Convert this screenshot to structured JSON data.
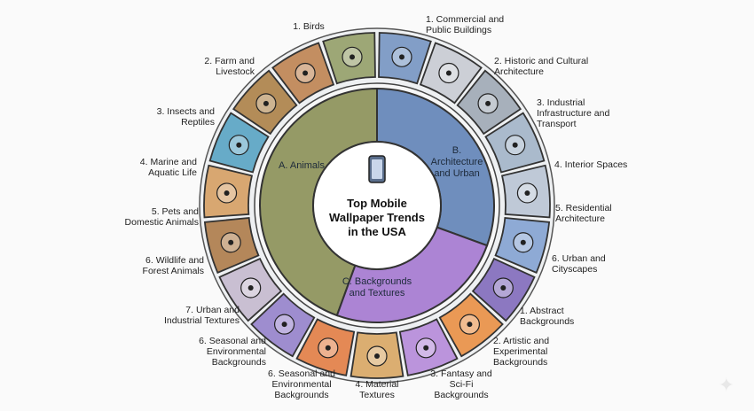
{
  "title": "Top Mobile\nWallpaper Trends\nin the USA",
  "icons": {
    "center": "phone-icon",
    "corner": "sparkle-icon"
  },
  "categories": [
    {
      "id": "A",
      "label": "A. Animals",
      "color": "#8a8f55"
    },
    {
      "id": "B",
      "label": "B.\nArchitecture\nand Urban",
      "color": "#5f82b6"
    },
    {
      "id": "C",
      "label": "C. Backgrounds\nand Textures",
      "color": "#a377cf"
    }
  ],
  "segments": [
    {
      "label": "1. Birds",
      "icon": "bird-icon",
      "color": "#8e9a60"
    },
    {
      "label": "1. Commercial and\nPublic Buildings",
      "icon": "skyscraper-icon",
      "color": "#6f8fbf"
    },
    {
      "label": "2. Historic and Cultural\nArchitecture",
      "icon": "castle-icon",
      "color": "#c5c9d1"
    },
    {
      "label": "3. Industrial\nInfrastructure and\nTransport",
      "icon": "factory-icon",
      "color": "#9aa4b2"
    },
    {
      "label": "4. Interior Spaces",
      "icon": "sofa-icon",
      "color": "#9eb0c6"
    },
    {
      "label": "5. Residential\nArchitecture",
      "icon": "house-icon",
      "color": "#b6c2d2"
    },
    {
      "label": "6. Urban and\nCityscapes",
      "icon": "city-icon",
      "color": "#7d9ed0"
    },
    {
      "label": "1. Abstract\nBackgrounds",
      "icon": "swirl-icon",
      "color": "#7a63b8"
    },
    {
      "label": "2. Artistic and\nExperimental\nBackgrounds",
      "icon": "paint-splash-icon",
      "color": "#e98a3a"
    },
    {
      "label": "3. Fantasy and\nSci-Fi\nBackgrounds",
      "icon": "planet-icon",
      "color": "#b184d8"
    },
    {
      "label": "4. Material\nTextures",
      "icon": "fabric-icon",
      "color": "#d7a25a"
    },
    {
      "label": "6. Seasonal and\nEnvironmental\nBackgrounds",
      "icon": "sunset-forest-icon",
      "color": "#e2773a"
    },
    {
      "label": "6. Seasonal and\nEnvironmental\nBackgrounds",
      "icon": "snowflake-icon",
      "color": "#8f7bc9"
    },
    {
      "label": "7. Urban and\nIndustrial Textures",
      "icon": "metal-plate-icon",
      "color": "#c2b6cd"
    },
    {
      "label": "6. Wildlife and\nForest Animals",
      "icon": "deer-icon",
      "color": "#a9743f"
    },
    {
      "label": "5. Pets and\nDomestic Animals",
      "icon": "dog-icon",
      "color": "#d49a5a"
    },
    {
      "label": "4. Marine and\nAquatic Life",
      "icon": "fish-icon",
      "color": "#4f9fc1"
    },
    {
      "label": "3. Insects and\nReptiles",
      "icon": "butterfly-icon",
      "color": "#a87a3d"
    },
    {
      "label": "2. Farm and\nLivestock",
      "icon": "cow-icon",
      "color": "#bb7c48"
    }
  ]
}
